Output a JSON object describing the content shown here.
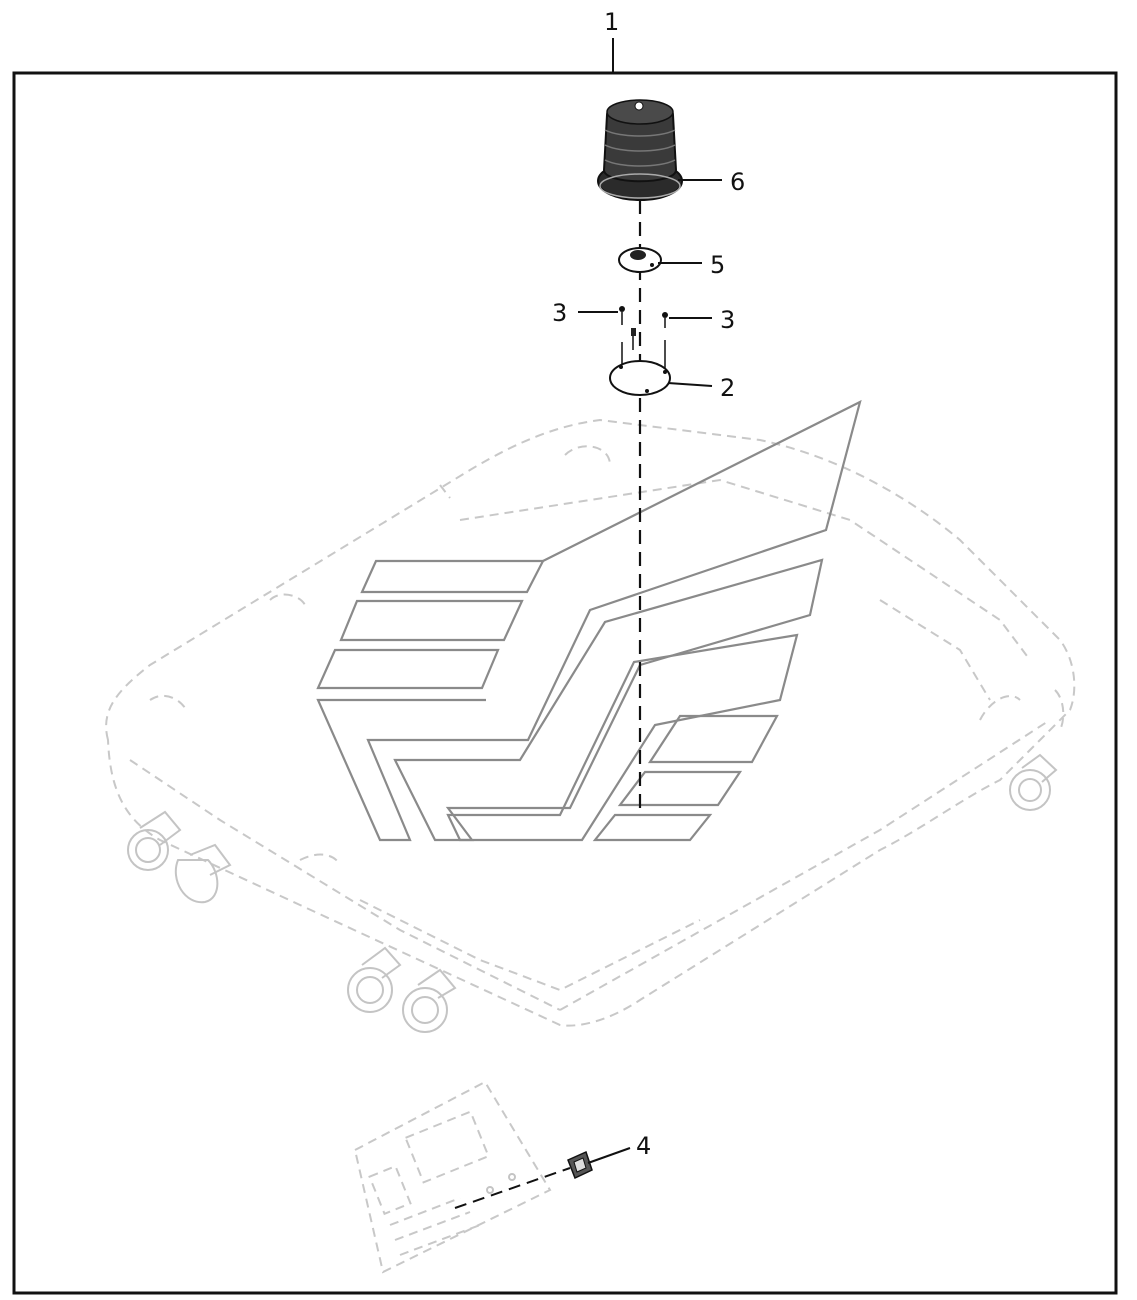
{
  "callouts": {
    "assembly": "1",
    "plate": "2",
    "screw_left": "3",
    "screw_right": "3",
    "fuse": "4",
    "adapter": "5",
    "beacon": "6"
  },
  "icons": {
    "beacon": "rotating-beacon-icon",
    "adapter": "mounting-adapter-icon",
    "plate": "mounting-plate-icon",
    "screws": "screw-icon",
    "fuse": "fuse-icon",
    "cab_roof": "cab-roof-outline",
    "emblem": "roof-emblem",
    "fuse_panel": "fuse-panel-outline"
  }
}
